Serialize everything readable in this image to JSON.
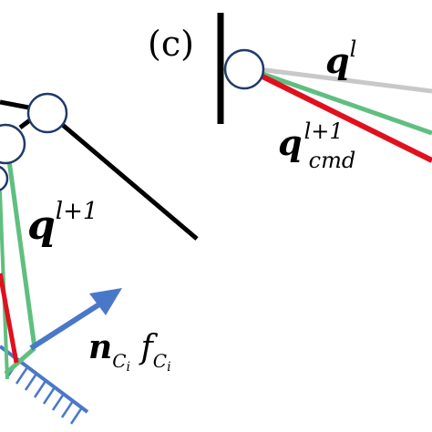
{
  "figure": {
    "panel_label": "(c)",
    "labels": {
      "q_l": {
        "base": "q",
        "sup": "l"
      },
      "q_cmd": {
        "base": "q",
        "sup": "l+1",
        "sub": "cmd"
      },
      "q_next": {
        "base": "q",
        "sup": "l+1"
      },
      "force": {
        "n": "n",
        "n_sub": "C",
        "n_subsub": "i",
        "f": "f",
        "f_sub": "C",
        "f_subsub": "i"
      }
    },
    "colors": {
      "link_black": "#000000",
      "link_gray": "#c8c8c8",
      "link_green": "#5fbf7f",
      "link_red": "#e0101e",
      "force_arrow": "#4a78c8",
      "joint_stroke": "#1f3a6b",
      "joint_fill": "#ffffff"
    },
    "icons": {
      "wall": "wall-hatch-icon",
      "joint": "revolute-joint-icon",
      "arrow": "force-arrow-icon"
    }
  }
}
